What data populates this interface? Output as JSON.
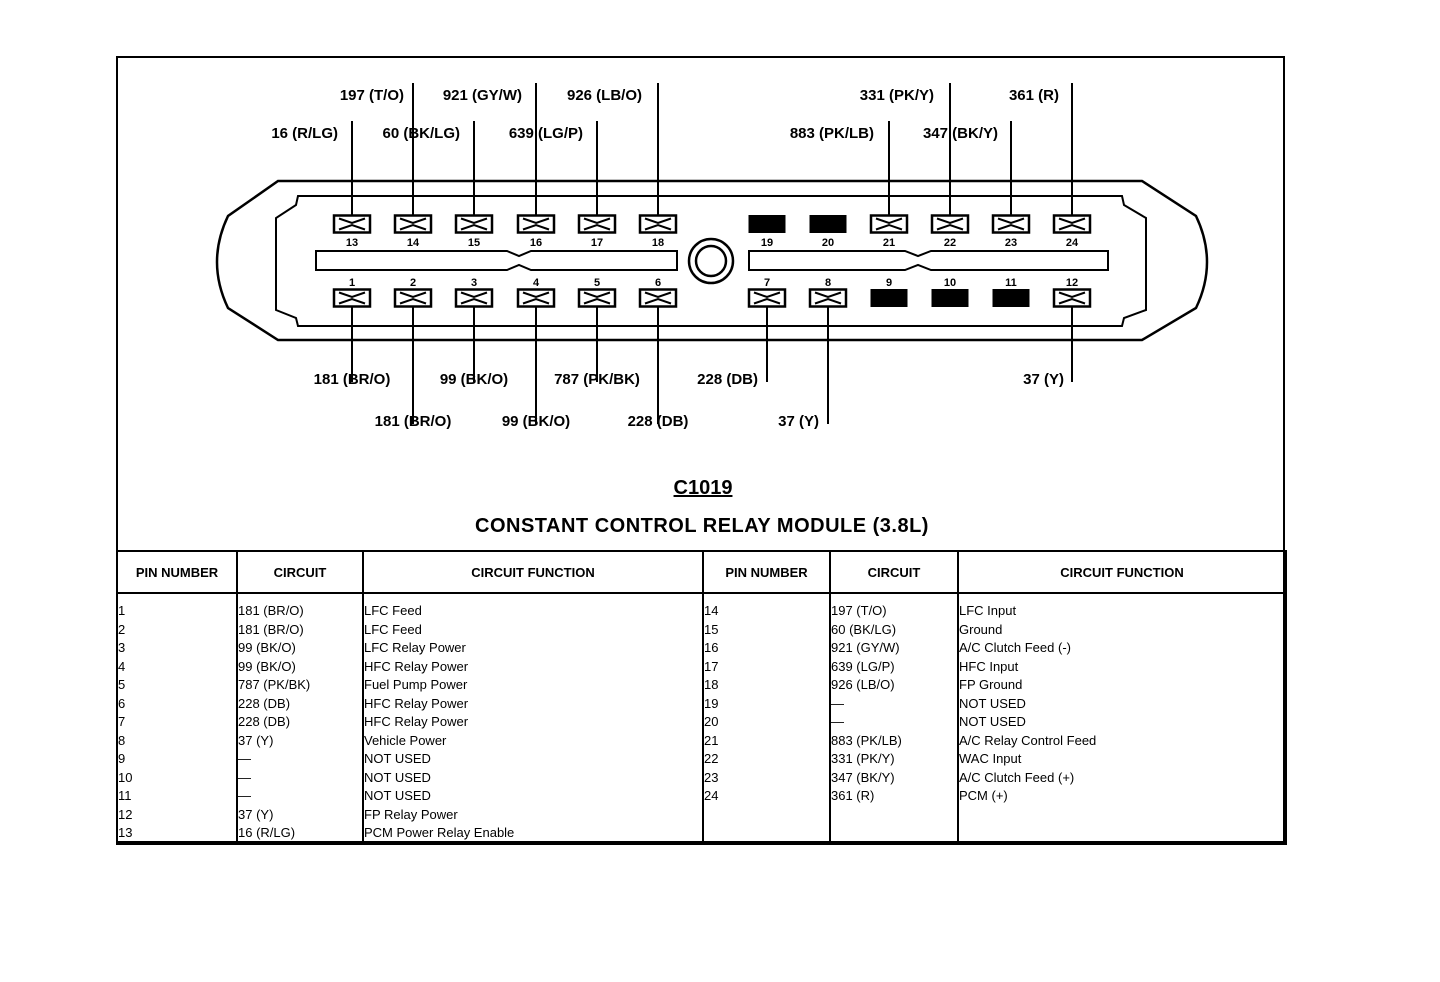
{
  "connector": {
    "id": "C1019",
    "title": "CONSTANT CONTROL RELAY MODULE (3.8L)",
    "top_pins": [
      {
        "num": "13",
        "used": true
      },
      {
        "num": "14",
        "used": true
      },
      {
        "num": "15",
        "used": true
      },
      {
        "num": "16",
        "used": true
      },
      {
        "num": "17",
        "used": true
      },
      {
        "num": "18",
        "used": true
      },
      {
        "num": "19",
        "used": false
      },
      {
        "num": "20",
        "used": false
      },
      {
        "num": "21",
        "used": true
      },
      {
        "num": "22",
        "used": true
      },
      {
        "num": "23",
        "used": true
      },
      {
        "num": "24",
        "used": true
      }
    ],
    "bottom_pins": [
      {
        "num": "1",
        "used": true
      },
      {
        "num": "2",
        "used": true
      },
      {
        "num": "3",
        "used": true
      },
      {
        "num": "4",
        "used": true
      },
      {
        "num": "5",
        "used": true
      },
      {
        "num": "6",
        "used": true
      },
      {
        "num": "7",
        "used": true
      },
      {
        "num": "8",
        "used": true
      },
      {
        "num": "9",
        "used": false
      },
      {
        "num": "10",
        "used": false
      },
      {
        "num": "11",
        "used": false
      },
      {
        "num": "12",
        "used": true
      }
    ],
    "wire_labels": {
      "p13": "16   (R/LG)",
      "p14": "197   (T/O)",
      "p15": "60   (BK/LG)",
      "p16": "921   (GY/W)",
      "p17": "639   (LG/P)",
      "p18": "926   (LB/O)",
      "p21": "883   (PK/LB)",
      "p22": "331   (PK/Y)",
      "p23": "347   (BK/Y)",
      "p24": "361   (R)",
      "p1": "181   (BR/O)",
      "p2": "181   (BR/O)",
      "p3": "99   (BK/O)",
      "p4": "99   (BK/O)",
      "p5": "787   (PK/BK)",
      "p6": "228   (DB)",
      "p7": "228   (DB)",
      "p8": "37   (Y)",
      "p12": "37   (Y)"
    }
  },
  "table": {
    "headers": {
      "pin_number": "PIN NUMBER",
      "circuit": "CIRCUIT",
      "circuit_function": "CIRCUIT FUNCTION"
    },
    "left_rows": [
      {
        "pin": "1",
        "circuit": "181  (BR/O)",
        "function": "LFC Feed"
      },
      {
        "pin": "2",
        "circuit": "181  (BR/O)",
        "function": "LFC Feed"
      },
      {
        "pin": "3",
        "circuit": "99  (BK/O)",
        "function": "LFC Relay Power"
      },
      {
        "pin": "4",
        "circuit": "99  (BK/O)",
        "function": "HFC Relay Power"
      },
      {
        "pin": "5",
        "circuit": "787  (PK/BK)",
        "function": "Fuel Pump Power"
      },
      {
        "pin": "6",
        "circuit": "228  (DB)",
        "function": "HFC Relay Power"
      },
      {
        "pin": "7",
        "circuit": "228  (DB)",
        "function": "HFC Relay Power"
      },
      {
        "pin": "8",
        "circuit": "37  (Y)",
        "function": "Vehicle Power"
      },
      {
        "pin": "9",
        "circuit": "—",
        "function": "NOT USED"
      },
      {
        "pin": "10",
        "circuit": "—",
        "function": "NOT USED"
      },
      {
        "pin": "11",
        "circuit": "—",
        "function": "NOT USED"
      },
      {
        "pin": "12",
        "circuit": "37  (Y)",
        "function": "FP Relay Power"
      },
      {
        "pin": "13",
        "circuit": "16  (R/LG)",
        "function": "PCM Power Relay Enable"
      }
    ],
    "right_rows": [
      {
        "pin": "14",
        "circuit": "197  (T/O)",
        "function": "LFC Input"
      },
      {
        "pin": "15",
        "circuit": "60  (BK/LG)",
        "function": "Ground"
      },
      {
        "pin": "16",
        "circuit": "921  (GY/W)",
        "function": "A/C Clutch Feed (-)"
      },
      {
        "pin": "17",
        "circuit": "639  (LG/P)",
        "function": "HFC Input"
      },
      {
        "pin": "18",
        "circuit": "926  (LB/O)",
        "function": "FP Ground"
      },
      {
        "pin": "19",
        "circuit": "—",
        "function": "NOT USED"
      },
      {
        "pin": "20",
        "circuit": "—",
        "function": "NOT USED"
      },
      {
        "pin": "21",
        "circuit": "883  (PK/LB)",
        "function": "A/C Relay Control Feed"
      },
      {
        "pin": "22",
        "circuit": "331  (PK/Y)",
        "function": "WAC Input"
      },
      {
        "pin": "23",
        "circuit": "347  (BK/Y)",
        "function": "A/C Clutch Feed (+)"
      },
      {
        "pin": "24",
        "circuit": "361  (R)",
        "function": "PCM (+)"
      }
    ]
  }
}
